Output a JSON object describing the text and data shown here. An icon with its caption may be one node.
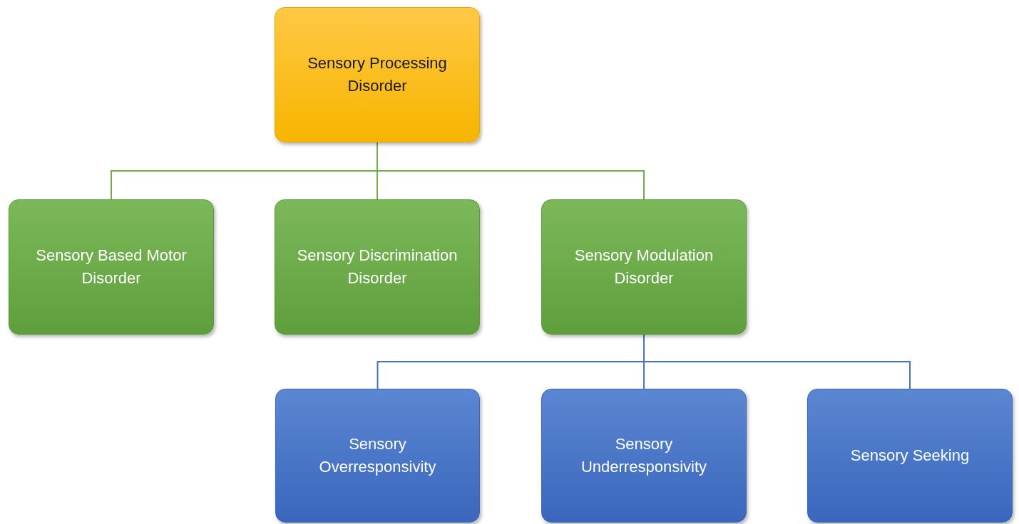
{
  "diagram": {
    "nodes": [
      {
        "text": [
          "Sensory Processing Disorder"
        ]
      },
      {
        "text": [
          "Sensory Based Motor Disorder"
        ]
      },
      {
        "text": [
          "Sensory Discrimination Disorder"
        ]
      },
      {
        "text": [
          "Sensory Modulation Disorder"
        ]
      },
      {
        "text": [
          "Sensory Overresponsivity"
        ]
      },
      {
        "text": [
          "Sensory Underresponsivity"
        ]
      },
      {
        "text": [
          "Sensory Seeking"
        ]
      }
    ],
    "edges": [
      {
        "from": 0,
        "to": 1,
        "arrow": "none",
        "color": "#70ad47"
      },
      {
        "from": 0,
        "to": 2,
        "arrow": "none",
        "color": "#70ad47"
      },
      {
        "from": 0,
        "to": 3,
        "arrow": "none",
        "color": "#70ad47"
      },
      {
        "from": 3,
        "to": 4,
        "arrow": "none",
        "color": "#4472c4"
      },
      {
        "from": 3,
        "to": 5,
        "arrow": "none",
        "color": "#4472c4"
      },
      {
        "from": 3,
        "to": 6,
        "arrow": "none",
        "color": "#4472c4"
      }
    ]
  }
}
